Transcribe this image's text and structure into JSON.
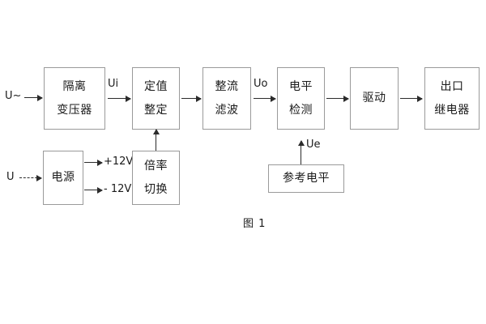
{
  "figure": {
    "caption": "图 1",
    "background_color": "#ffffff",
    "box_border_color": "#9a9a9a",
    "line_color": "#2b2b2b"
  },
  "signal_chain": {
    "input_label": "U~",
    "blocks": [
      {
        "name": "isolation-transformer",
        "line1": "隔离",
        "line2": "变压器"
      },
      {
        "name": "setting-adjust",
        "line1": "定值",
        "line2": "整定"
      },
      {
        "name": "rectify-filter",
        "line1": "整流",
        "line2": "滤波"
      },
      {
        "name": "level-detect",
        "line1": "电平",
        "line2": "检测"
      },
      {
        "name": "drive",
        "line1": "驱动",
        "line2": ""
      },
      {
        "name": "output-relay",
        "line1": "出口",
        "line2": "继电器"
      }
    ],
    "signal_labels": {
      "ui": "Ui",
      "uo": "Uo",
      "ue": "Ue"
    }
  },
  "power_chain": {
    "input_label": "U",
    "power_supply": {
      "line1": "电源",
      "line2": ""
    },
    "rails": {
      "positive": "+12V",
      "negative": "- 12V"
    },
    "multiplier_switch": {
      "line1": "倍率",
      "line2": "切换"
    }
  },
  "reference": {
    "reference_level": {
      "line1": "参考电平",
      "line2": ""
    }
  }
}
